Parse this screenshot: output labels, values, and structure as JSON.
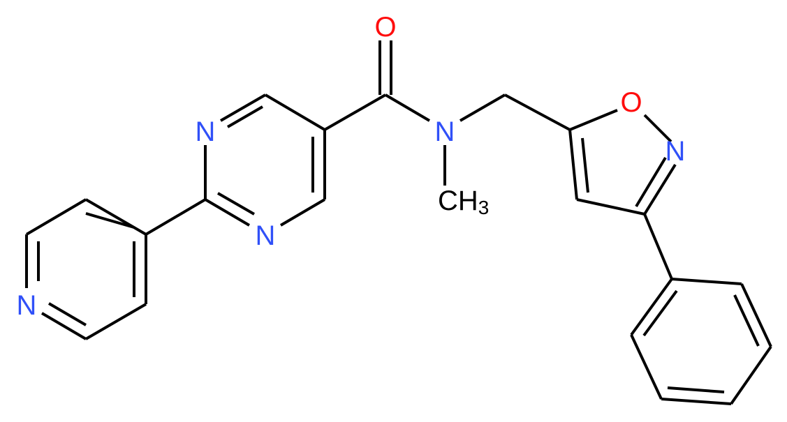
{
  "colors": {
    "nitrogen": "#3050f8",
    "oxygen": "#ff0d0d",
    "carbon_label": "#000000",
    "bond": "#000000",
    "background": "#ffffff"
  },
  "atoms": {
    "carbonyl_oxygen": "O",
    "amide_nitrogen": "N",
    "methyl_carbon": "CH",
    "methyl_subscript": "3",
    "pyrimidine_n_upper": "N",
    "pyrimidine_n_lower": "N",
    "pyridine_n": "N",
    "isoxazole_oxygen": "O",
    "isoxazole_nitrogen": "N"
  }
}
